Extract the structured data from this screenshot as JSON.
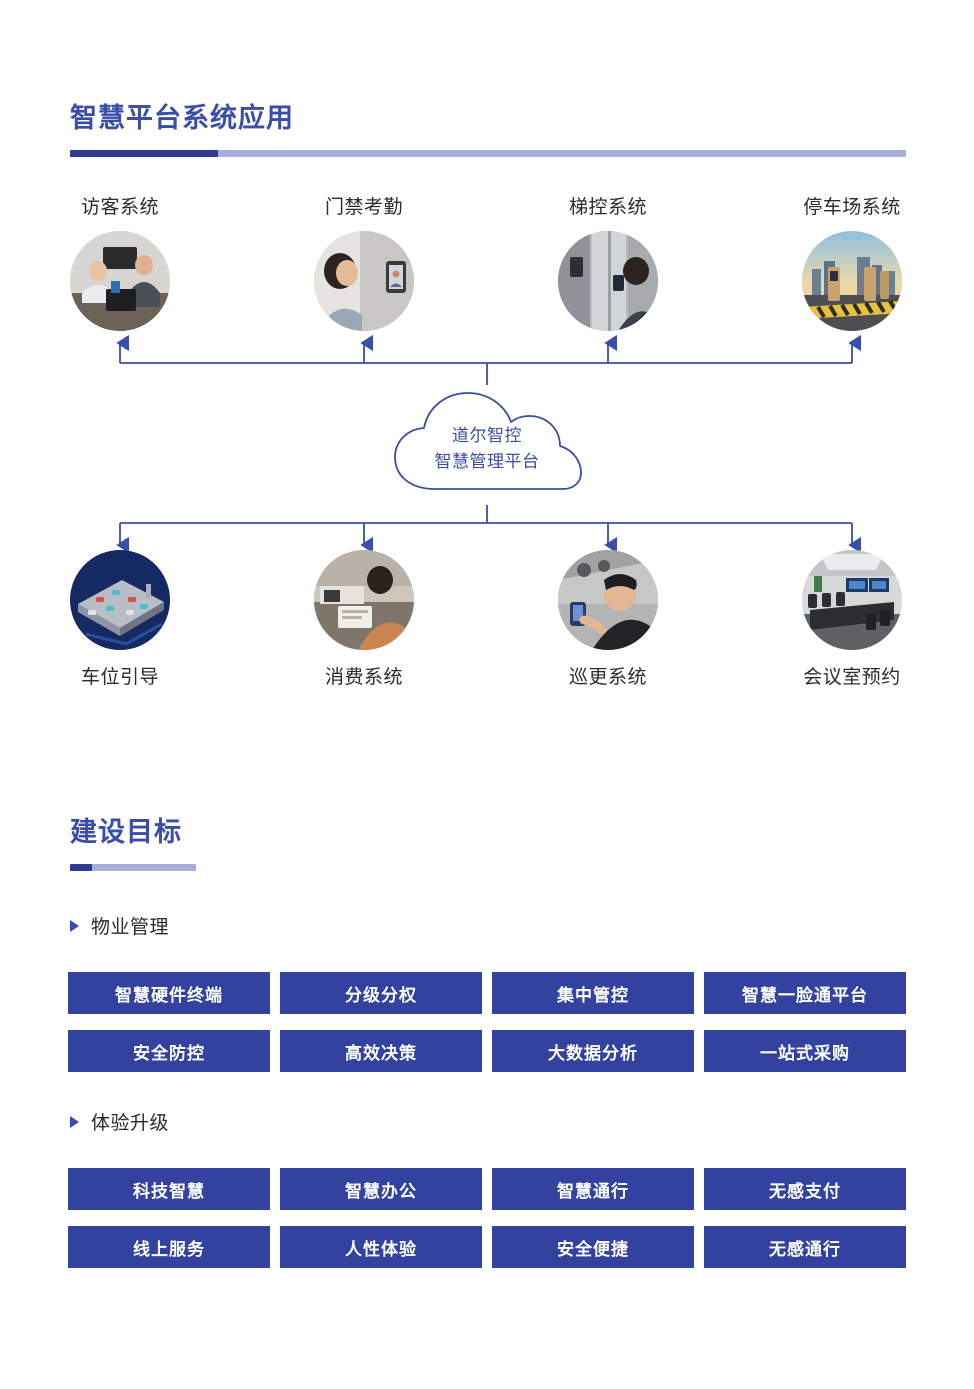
{
  "sections": [
    {
      "title": "智慧平台系统应用",
      "rule": {
        "track_color": "#A7AEDA",
        "fill_color": "#2F3C8F"
      }
    },
    {
      "title": "建设目标",
      "rule": {
        "track_color": "#A7AEDA",
        "fill_color": "#2F3C8F"
      }
    }
  ],
  "diagram": {
    "center": {
      "shape": "cloud-icon",
      "line1": "道尔智控",
      "line2": "智慧管理平台",
      "color": "#3A4DA8"
    },
    "top_nodes": [
      {
        "label": "访客系统",
        "image": "reception-visitor-photo"
      },
      {
        "label": "门禁考勤",
        "image": "face-recognition-door-photo"
      },
      {
        "label": "梯控系统",
        "image": "elevator-control-photo"
      },
      {
        "label": "停车场系统",
        "image": "parking-barrier-gate-photo"
      }
    ],
    "bottom_nodes": [
      {
        "label": "车位引导",
        "image": "parking-space-guidance-photo"
      },
      {
        "label": "消费系统",
        "image": "consumption-payment-photo"
      },
      {
        "label": "巡更系统",
        "image": "patrol-inspection-photo"
      },
      {
        "label": "会议室预约",
        "image": "meeting-room-photo"
      }
    ],
    "connector_color": "#3A4DA8"
  },
  "goals": {
    "groups": [
      {
        "bullet": "物业管理",
        "chips": [
          "智慧硬件终端",
          "分级分权",
          "集中管控",
          "智慧一脸通平台",
          "安全防控",
          "高效决策",
          "大数据分析",
          "一站式采购"
        ]
      },
      {
        "bullet": "体验升级",
        "chips": [
          "科技智慧",
          "智慧办公",
          "智慧通行",
          "无感支付",
          "线上服务",
          "人性体验",
          "安全便捷",
          "无感通行"
        ]
      }
    ],
    "chip_color": "#33429E",
    "chip_text_color": "#FFFFFF"
  }
}
